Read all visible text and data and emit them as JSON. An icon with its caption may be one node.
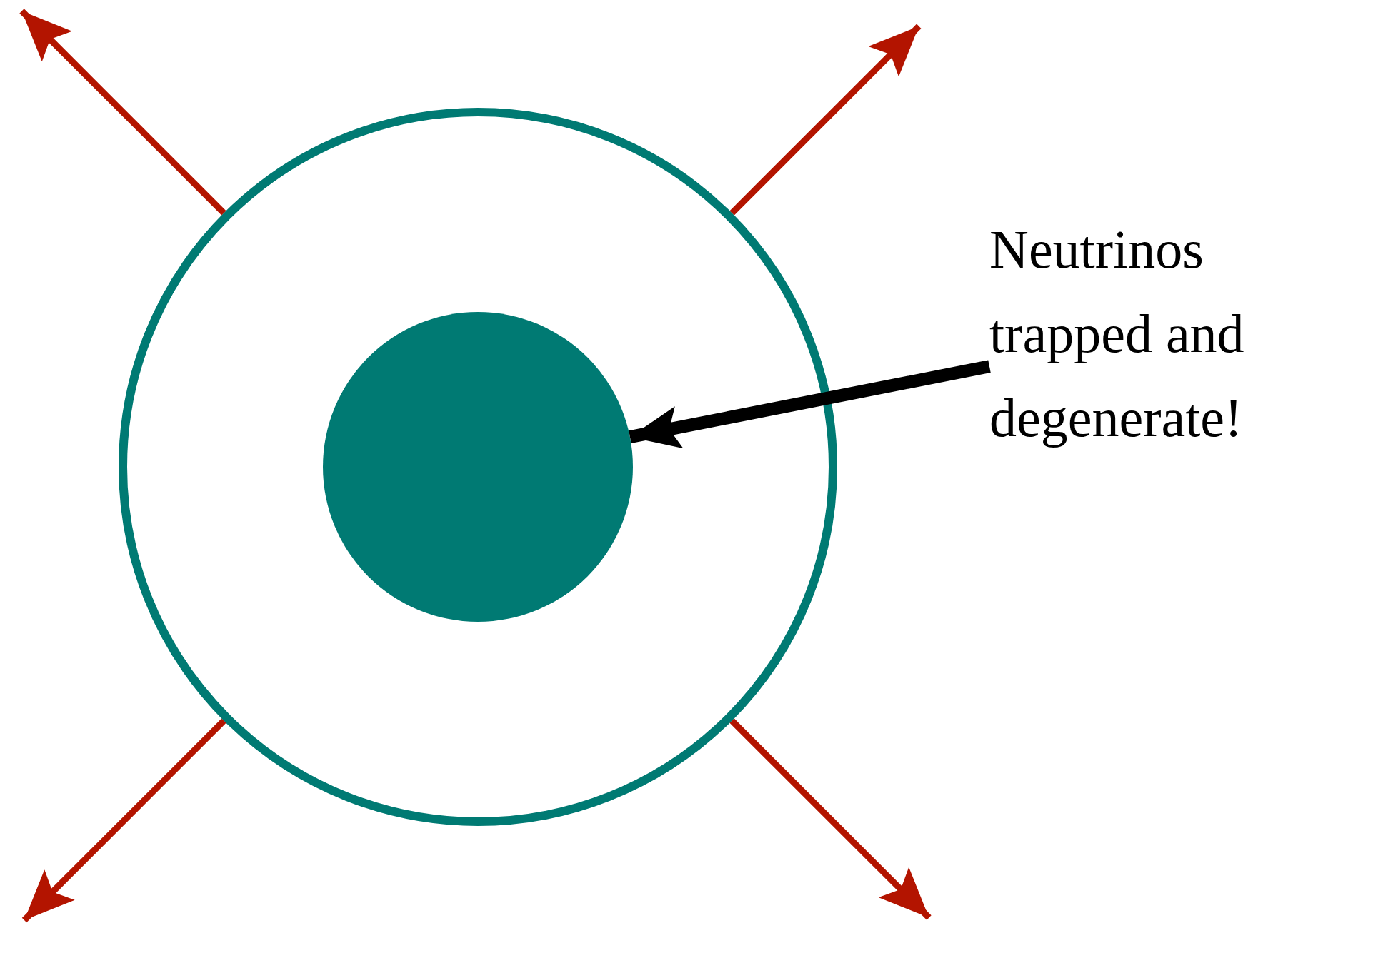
{
  "diagram": {
    "nodes": [
      {
        "text": [],
        "shape": "circle"
      },
      {
        "text": [],
        "shape": "circle",
        "in": 0
      },
      {
        "text": [
          "Neutrinos trapped and degenerate!"
        ]
      }
    ],
    "edges": [
      {
        "from": 2,
        "to": 1,
        "arrow": "to",
        "style": "thick",
        "color": "#000000"
      },
      {
        "from": 0,
        "to": null,
        "arrow": "to"
      },
      {
        "from": 0,
        "to": null,
        "arrow": "to"
      },
      {
        "from": 0,
        "to": null,
        "arrow": "to"
      },
      {
        "from": 0,
        "to": null,
        "arrow": "to"
      }
    ]
  }
}
